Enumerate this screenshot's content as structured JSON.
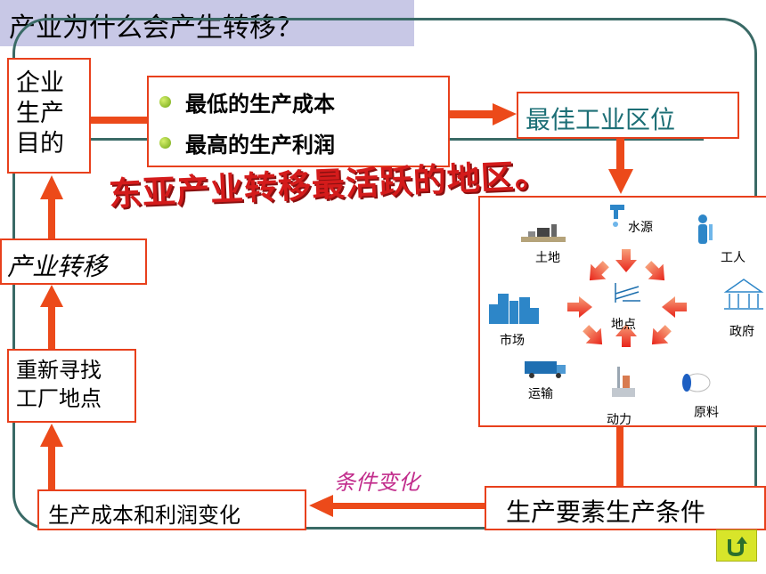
{
  "title": "产业为什么会产生转移？",
  "headline": "东亚产业转移最活跃的地区。",
  "goal_box": {
    "lines": [
      "企业",
      "生产",
      "目的"
    ]
  },
  "bullets": [
    "最低的生产成本",
    "最高的生产利润"
  ],
  "best_location": "最佳工业区位",
  "industry_transfer": "产业转移",
  "relocate_box": {
    "lines": [
      "重新寻找",
      "工厂地点"
    ]
  },
  "cost_profit_change": "生产成本和利润变化",
  "condition_change": "条件变化",
  "production_factors": "生产要素生产条件",
  "location_diagram": {
    "center": "地点",
    "factors": {
      "water": "水源",
      "labor": "工人",
      "government": "政府",
      "raw_materials": "原料",
      "power": "动力",
      "transport": "运输",
      "market": "市场",
      "land": "土地"
    }
  },
  "colors": {
    "arrow": "#ec4a1a",
    "box_border": "#e8401c",
    "frame": "#3a6a66",
    "title_bg": "#c8c8e6",
    "headline": "#d41b1b",
    "best_location_text": "#1d6f76",
    "condition_text": "#c22d8c",
    "back_button": "#d8e52a"
  },
  "icons": [
    "tap-icon",
    "worker-icon",
    "government-building-icon",
    "raw-material-icon",
    "power-station-icon",
    "truck-icon",
    "city-market-icon",
    "land-icon",
    "factory-icon",
    "back-arrow-icon"
  ]
}
